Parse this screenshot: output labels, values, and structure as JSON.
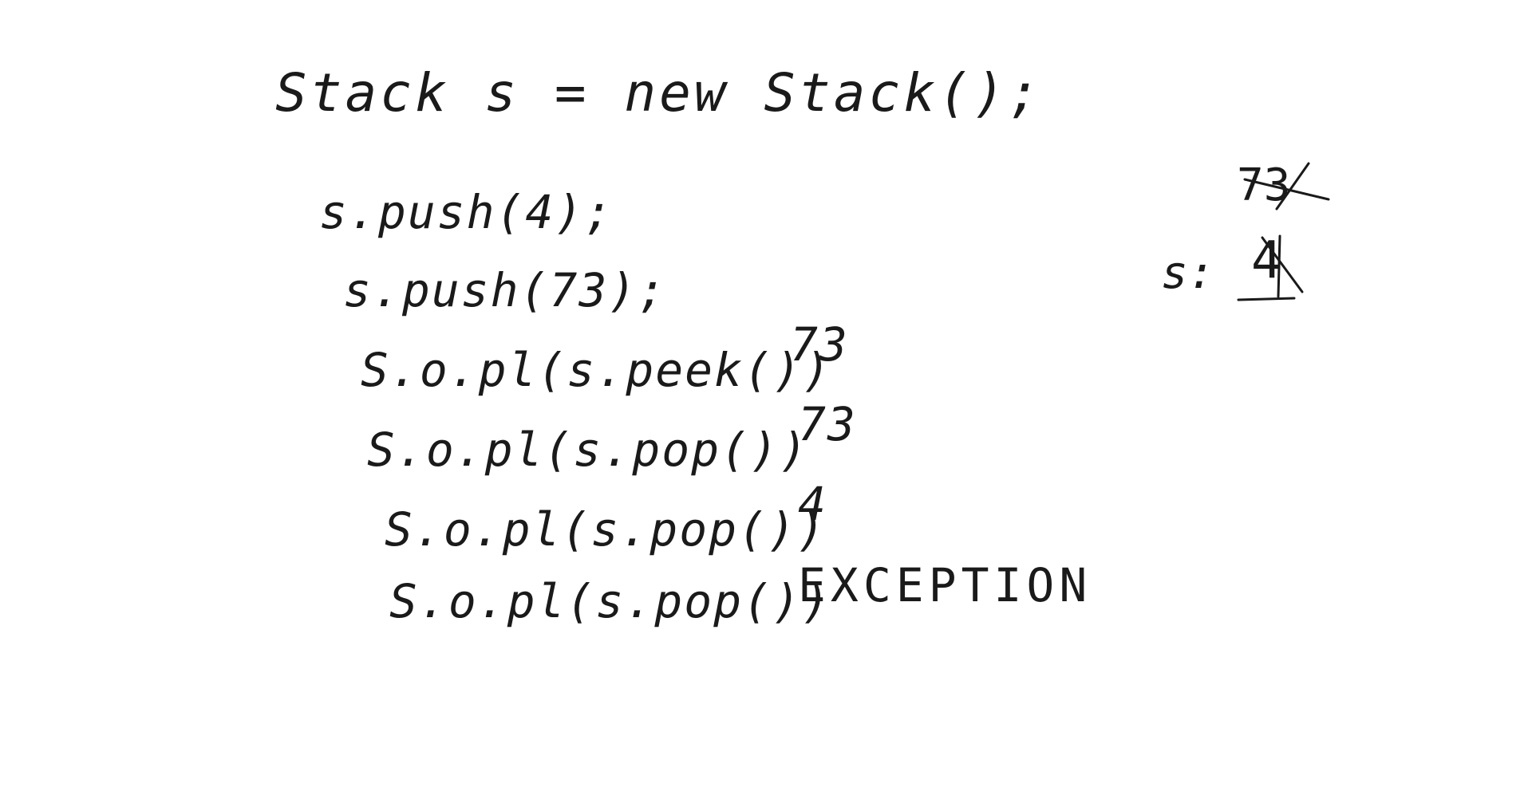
{
  "whiteboard": {
    "heading": "Stack s = new Stack();",
    "statements": [
      {
        "code": "s.push(4);",
        "output": ""
      },
      {
        "code": "s.push(73);",
        "output": ""
      },
      {
        "code": "S.o.pl(s.peek())",
        "output": "73"
      },
      {
        "code": "S.o.pl(s.pop())",
        "output": "73"
      },
      {
        "code": "S.o.pl(s.pop())",
        "output": "4"
      },
      {
        "code": "S.o.pl(s.pop())",
        "output": "EXCEPTION"
      }
    ],
    "stack_diagram": {
      "variable_label": "s:",
      "cells": [
        "73",
        "4"
      ],
      "crossed_out": [
        true,
        true
      ]
    },
    "colors": {
      "ink": "#1a1a1a",
      "background": "#ffffff"
    }
  }
}
